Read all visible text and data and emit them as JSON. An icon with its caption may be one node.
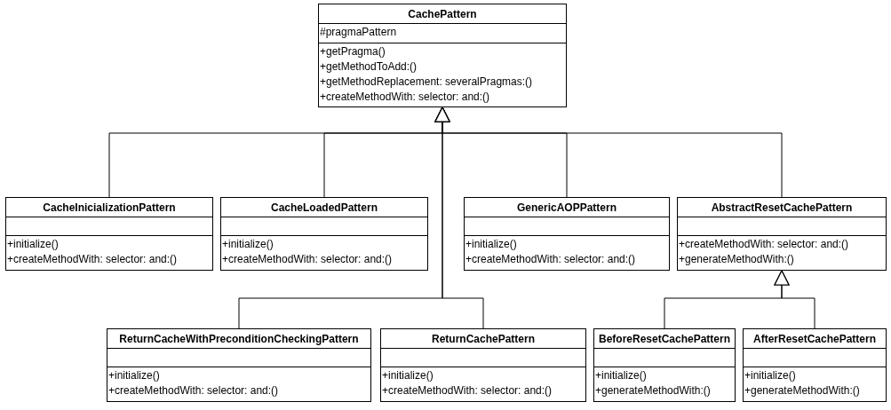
{
  "diagram": {
    "nodes": [
      {
        "text": [
          "CachePattern",
          "#pragmaPattern",
          "+getPragma()",
          "+getMethodToAdd:()",
          "+getMethodReplacement: severalPragmas:()",
          "+createMethodWith: selector: and:()"
        ]
      },
      {
        "text": [
          "CacheInicializationPattern",
          "+initialize()",
          "+createMethodWith: selector: and:()"
        ]
      },
      {
        "text": [
          "CacheLoadedPattern",
          "+initialize()",
          "+createMethodWith: selector: and:()"
        ]
      },
      {
        "text": [
          "GenericAOPPattern",
          "+initialize()",
          "+createMethodWith: selector: and:()"
        ]
      },
      {
        "text": [
          "AbstractResetCachePattern",
          "+createMethodWith: selector: and:()",
          "+generateMethodWith:()"
        ]
      },
      {
        "text": [
          "ReturnCacheWithPreconditionCheckingPattern",
          "+initialize()",
          "+createMethodWith: selector: and:()"
        ]
      },
      {
        "text": [
          "ReturnCachePattern",
          "+initialize()",
          "+createMethodWith: selector: and:()"
        ]
      },
      {
        "text": [
          "BeforeResetCachePattern",
          "+initialize()",
          "+generateMethodWith:()"
        ]
      },
      {
        "text": [
          "AfterResetCachePattern",
          "+initialize()",
          "+generateMethodWith:()"
        ]
      }
    ],
    "edges": [
      {
        "from": 1,
        "to": 0,
        "arrow": "to"
      },
      {
        "from": 2,
        "to": 0,
        "arrow": "to"
      },
      {
        "from": 3,
        "to": 0,
        "arrow": "to"
      },
      {
        "from": 4,
        "to": 0,
        "arrow": "to"
      },
      {
        "from": 5,
        "to": 0,
        "arrow": "to"
      },
      {
        "from": 6,
        "to": 0,
        "arrow": "to"
      },
      {
        "from": 7,
        "to": 4,
        "arrow": "to"
      },
      {
        "from": 8,
        "to": 4,
        "arrow": "to"
      }
    ]
  }
}
